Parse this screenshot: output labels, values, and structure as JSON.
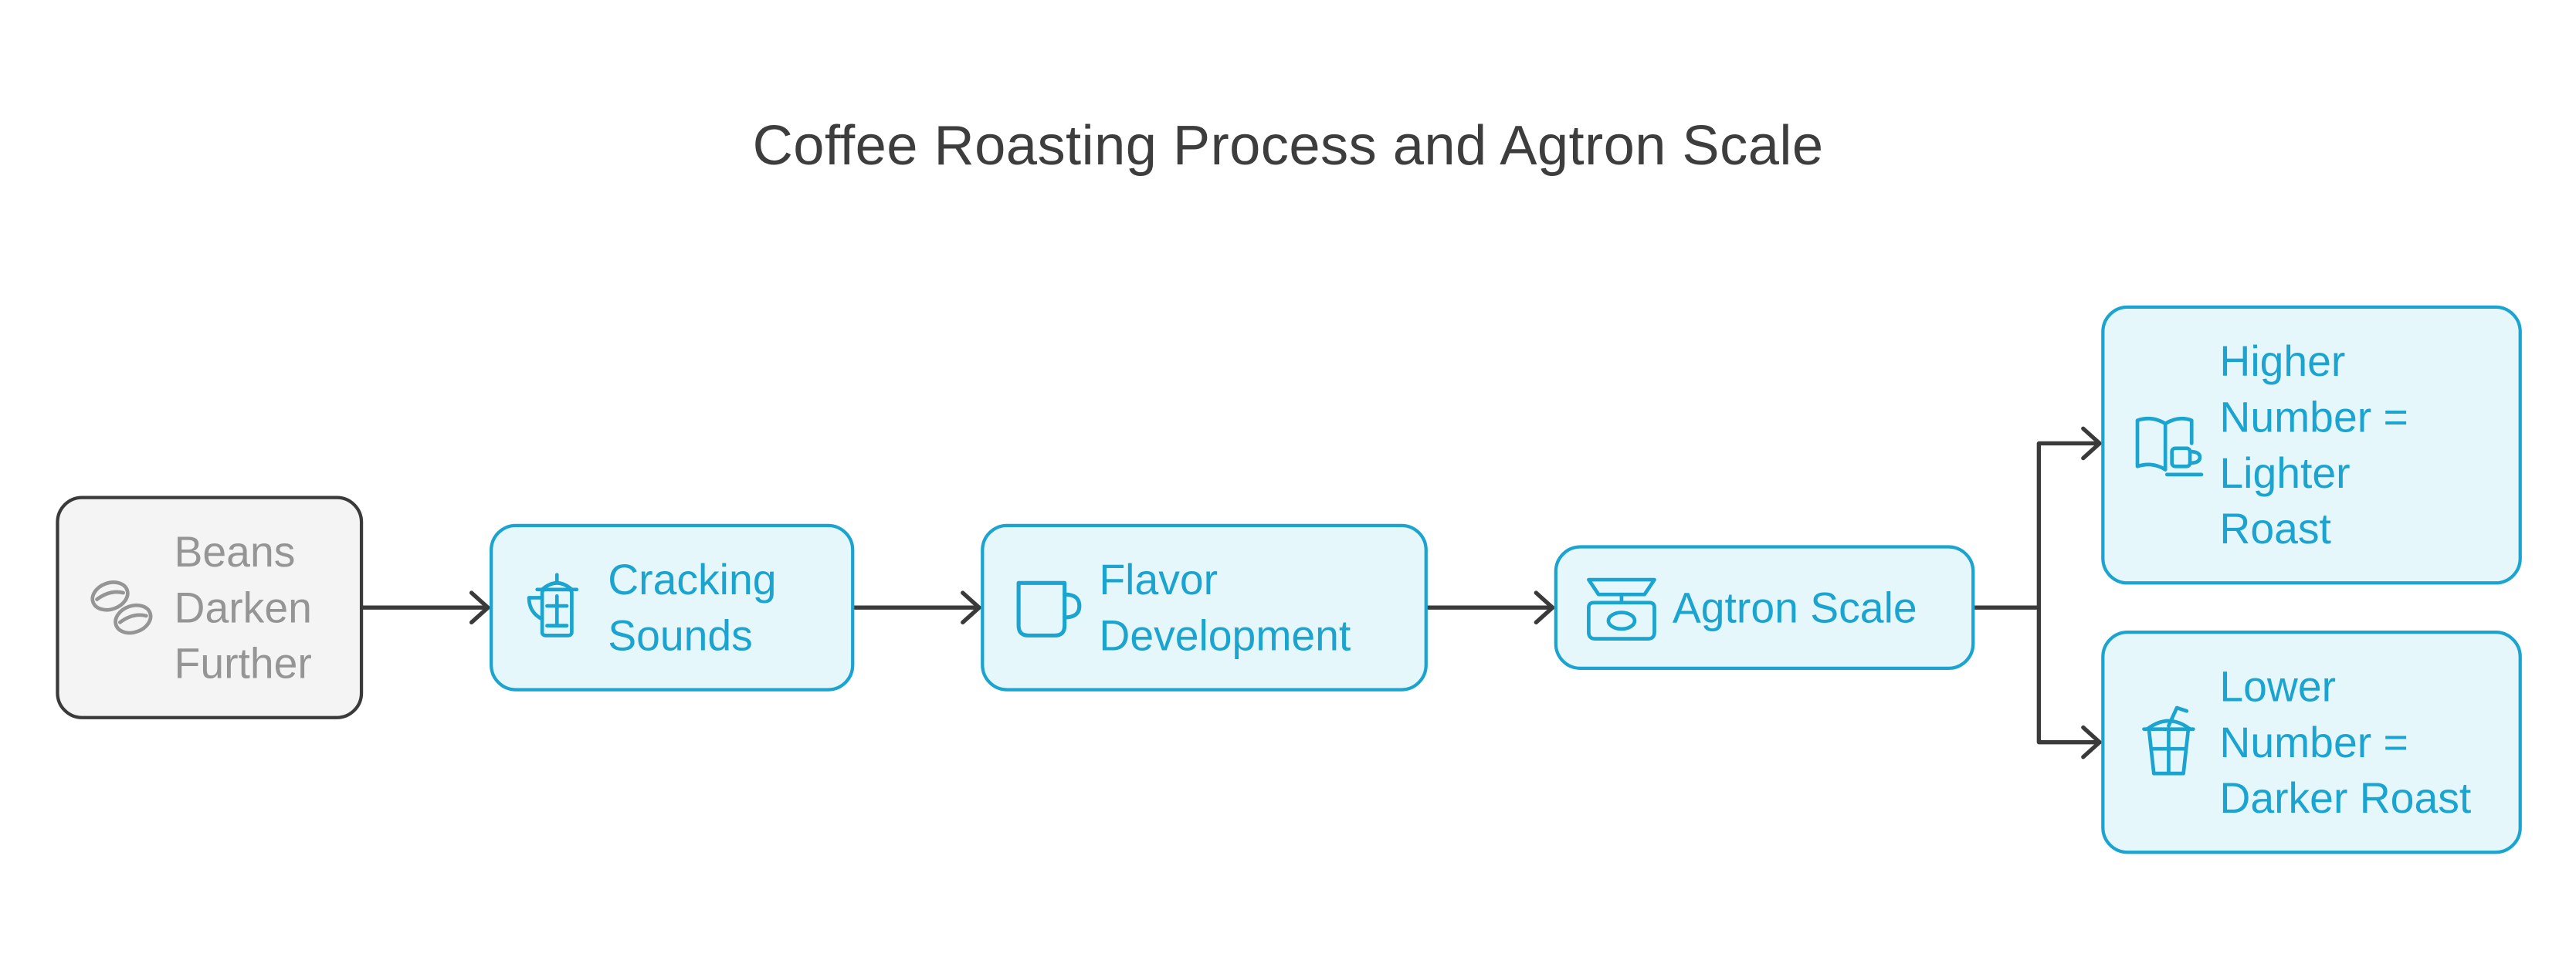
{
  "diagram": {
    "title": "Coffee Roasting Process and Agtron Scale",
    "colors": {
      "accent": "#1aa4cf",
      "accent_fill": "#e6f7fc",
      "neutral_border": "#3a3a3a",
      "neutral_fill": "#f4f4f4",
      "neutral_text": "#959595",
      "connector": "#3a3a3a"
    },
    "nodes": [
      {
        "id": "beans",
        "label": "Beans\nDarken\nFurther",
        "icon": "coffee-beans-icon",
        "style": "neutral"
      },
      {
        "id": "cracking",
        "label": "Cracking\nSounds",
        "icon": "french-press-icon",
        "style": "accent"
      },
      {
        "id": "flavor",
        "label": "Flavor\nDevelopment",
        "icon": "mug-icon",
        "style": "accent"
      },
      {
        "id": "agtron",
        "label": "Agtron Scale",
        "icon": "kitchen-scale-icon",
        "style": "accent"
      },
      {
        "id": "higher",
        "label": "Higher\nNumber =\nLighter\nRoast",
        "icon": "book-cup-icon",
        "style": "accent"
      },
      {
        "id": "lower",
        "label": "Lower\nNumber =\nDarker Roast",
        "icon": "iced-drink-icon",
        "style": "accent"
      }
    ],
    "edges": [
      {
        "from": "beans",
        "to": "cracking"
      },
      {
        "from": "cracking",
        "to": "flavor"
      },
      {
        "from": "flavor",
        "to": "agtron"
      },
      {
        "from": "agtron",
        "to": "higher"
      },
      {
        "from": "agtron",
        "to": "lower"
      }
    ]
  }
}
